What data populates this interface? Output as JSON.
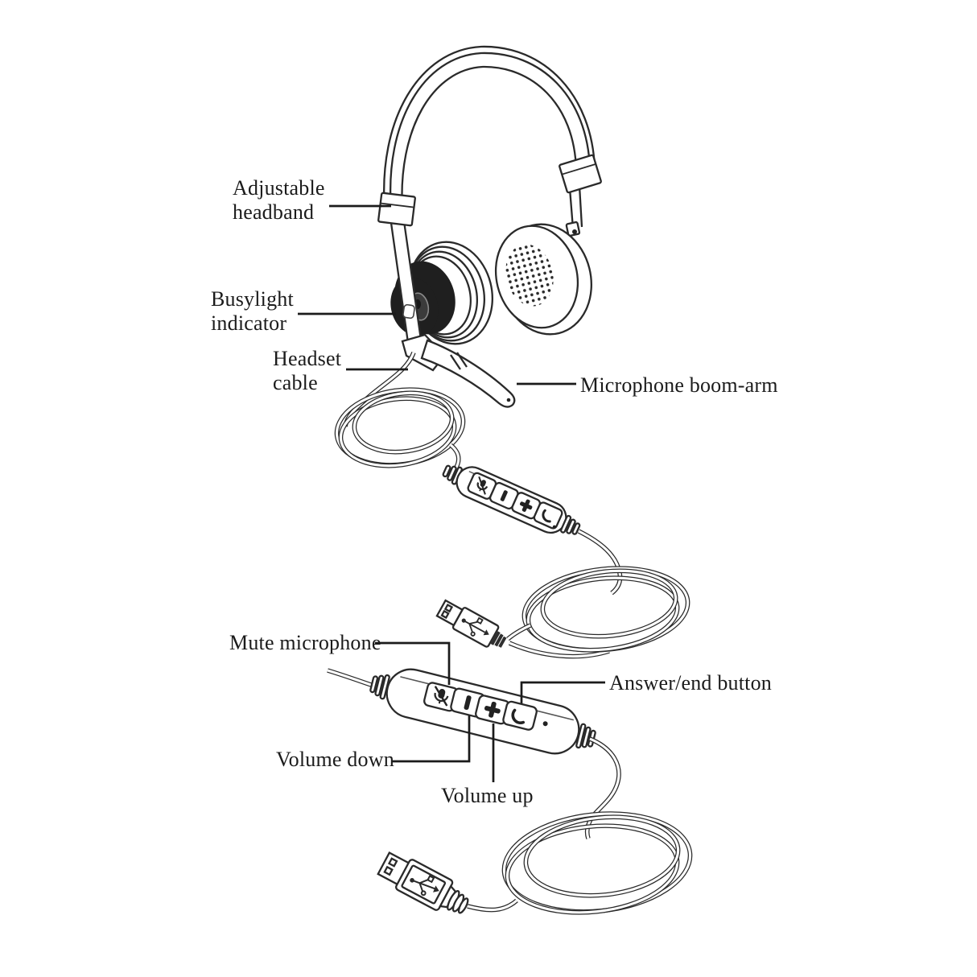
{
  "labels": {
    "adjustable_headband": "Adjustable headband",
    "busylight_indicator": "Busylight indicator",
    "headset_cable": "Headset cable",
    "microphone_boom_arm": "Microphone boom-arm",
    "mute_microphone": "Mute microphone",
    "answer_end_button": "Answer/end button",
    "volume_down": "Volume down",
    "volume_up": "Volume up"
  },
  "icons": {
    "mute_button": "microphone-slash-icon",
    "volume_down_button": "minus-bar-icon",
    "volume_up_button": "plus-icon",
    "answer_end_button": "phone-handset-icon",
    "usb_plug": "usb-trident-icon",
    "busylight": "led-dot",
    "speaker_grille": "dot-grid"
  },
  "colors": {
    "line": "#2a2a2a",
    "text": "#1b1b1b",
    "earcup_dark": "#1f1f1f",
    "background": "#ffffff"
  }
}
